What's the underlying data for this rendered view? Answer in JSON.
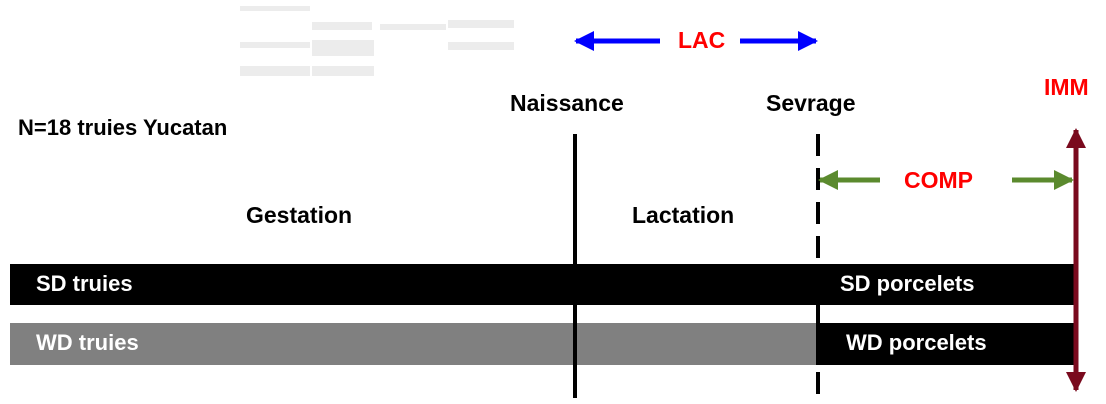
{
  "header": {
    "population": "N=18 truies Yucatan"
  },
  "periods": {
    "lac": "LAC",
    "comp": "COMP",
    "imm": "IMM"
  },
  "events": {
    "naissance": "Naissance",
    "sevrage": "Sevrage"
  },
  "phases": {
    "gestation": "Gestation",
    "lactation": "Lactation"
  },
  "groups": {
    "sd_truies": "SD truies",
    "wd_truies": "WD truies",
    "sd_porcelets": "SD porcelets",
    "wd_porcelets": "WD porcelets"
  },
  "colors": {
    "lac_arrow": "#0000ff",
    "comp_arrow": "#5b8a2e",
    "imm_arrow": "#7a0a1e",
    "period_label": "#ff0000",
    "sd_bar": "#000000",
    "wd_bar": "#808080"
  }
}
